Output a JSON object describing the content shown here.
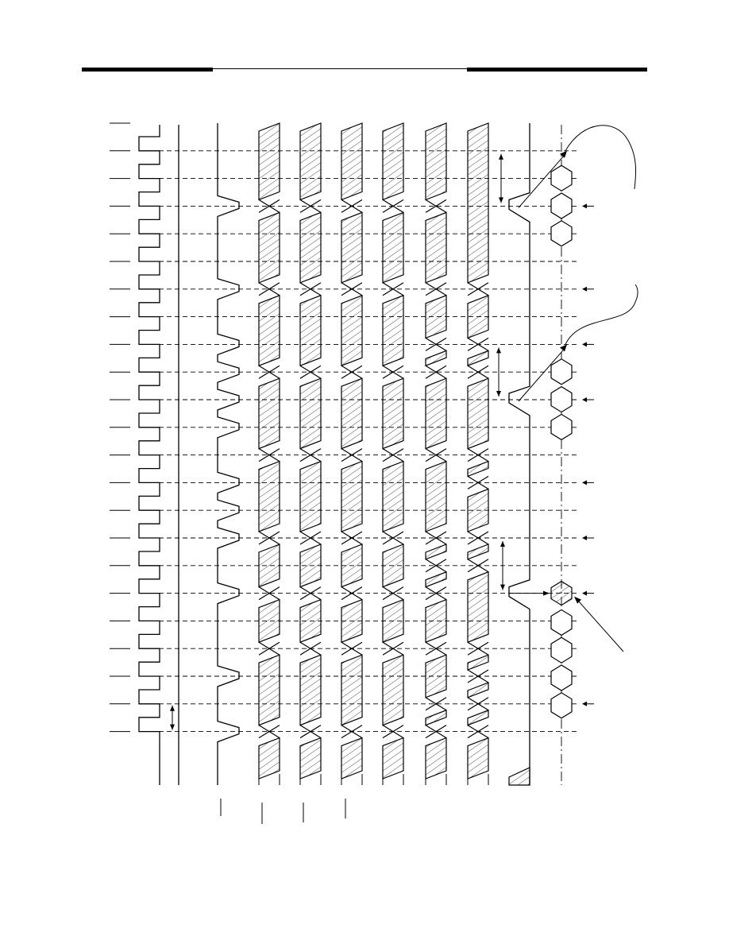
{
  "document": {
    "type": "timing-diagram",
    "printed_text": []
  },
  "diagram": {
    "clock_cycles": 23,
    "signal_columns": [
      {
        "id": "clk",
        "kind": "clock"
      },
      {
        "id": "sig-a",
        "kind": "level"
      },
      {
        "id": "sig-b",
        "kind": "pulsed-level"
      },
      {
        "id": "bus-1",
        "kind": "bus"
      },
      {
        "id": "bus-2",
        "kind": "bus"
      },
      {
        "id": "bus-3",
        "kind": "bus"
      },
      {
        "id": "bus-4",
        "kind": "bus"
      },
      {
        "id": "bus-5",
        "kind": "bus"
      },
      {
        "id": "bus-6",
        "kind": "bus"
      },
      {
        "id": "ctrl",
        "kind": "level"
      },
      {
        "id": "data-out",
        "kind": "data"
      }
    ]
  }
}
